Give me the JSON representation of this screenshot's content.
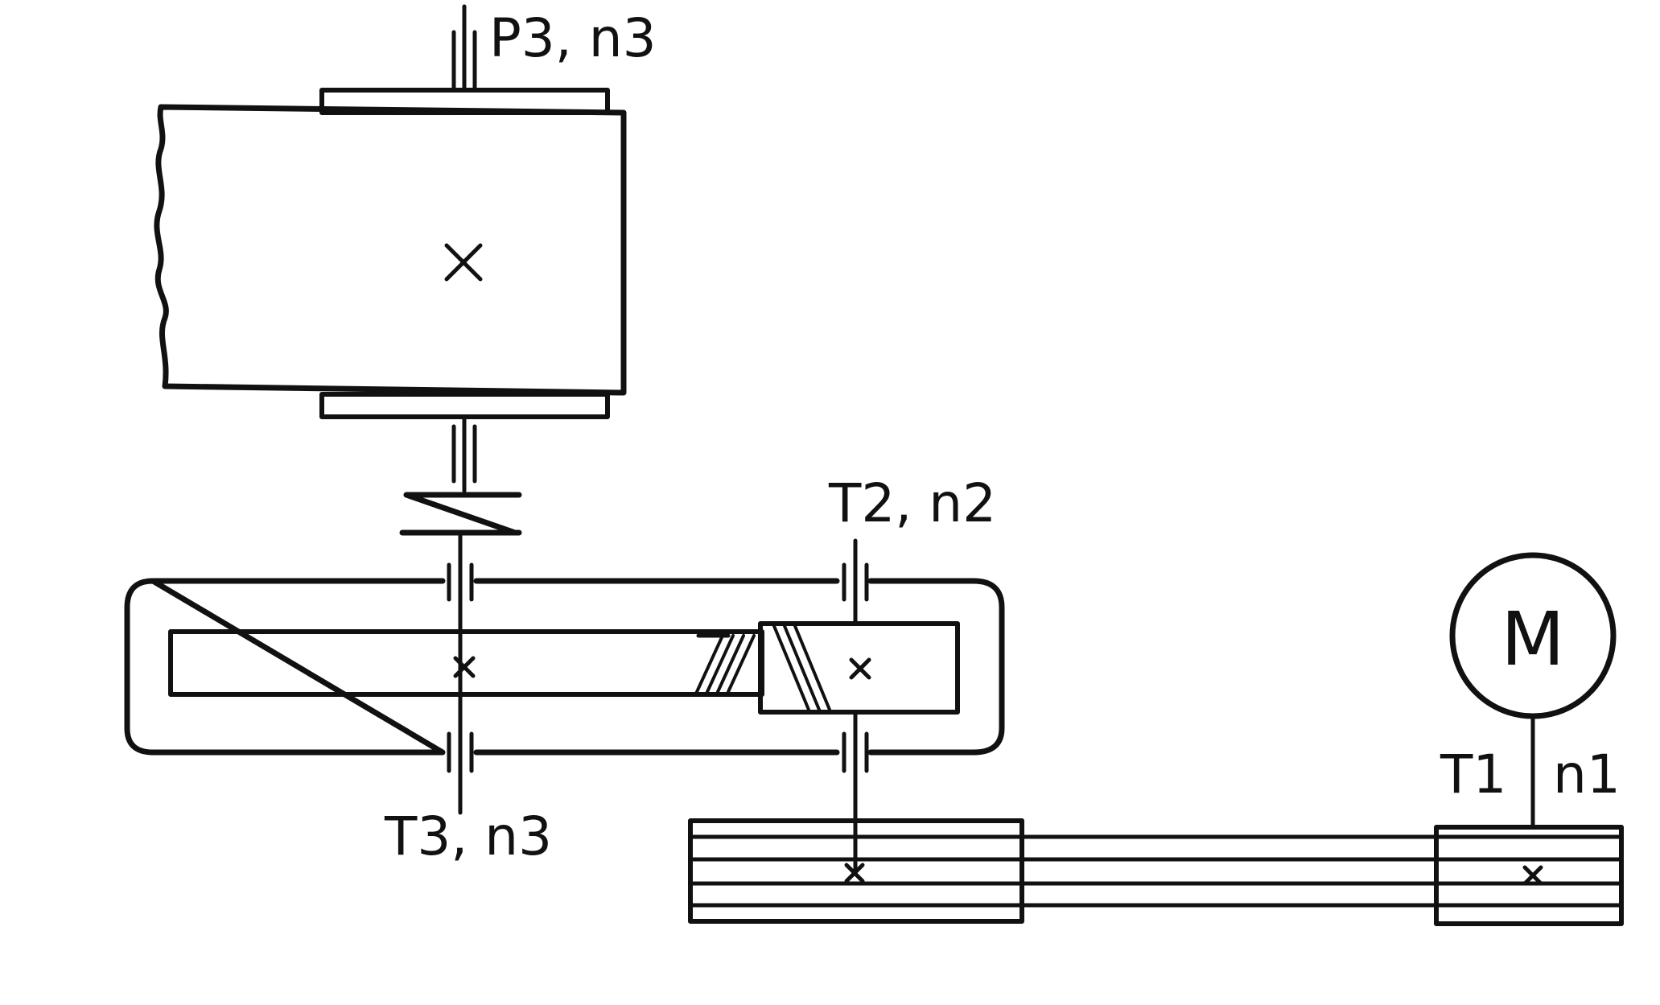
{
  "diagram": {
    "labels": {
      "drum_output": "P3, n3",
      "shaft2": "T2, n2",
      "shaft3": "T3, n3",
      "motor_torque": "T1",
      "motor_speed": "n1",
      "motor": "M"
    },
    "colors": {
      "ink": "#111111",
      "background": "#ffffff"
    }
  }
}
